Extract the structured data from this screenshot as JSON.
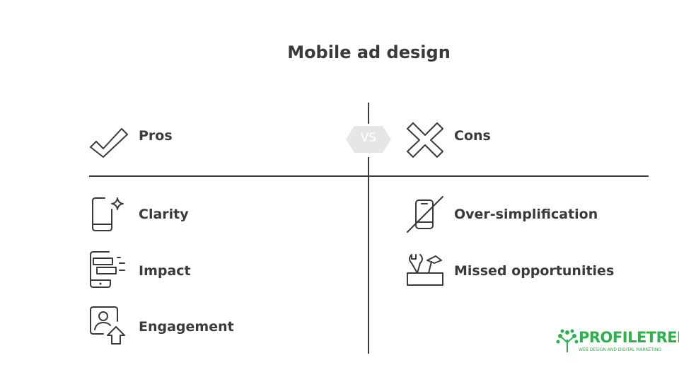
{
  "title": "Mobile ad design",
  "vs_label": "VS",
  "pros": {
    "heading": "Pros",
    "icon": "checkmark-icon",
    "items": [
      {
        "label": "Clarity",
        "icon": "phone-sparkle-icon"
      },
      {
        "label": "Impact",
        "icon": "phone-bars-icon"
      },
      {
        "label": "Engagement",
        "icon": "user-upload-icon"
      }
    ]
  },
  "cons": {
    "heading": "Cons",
    "icon": "x-icon",
    "items": [
      {
        "label": "Over-simplification",
        "icon": "phone-crossed-icon"
      },
      {
        "label": "Missed opportunities",
        "icon": "toolbox-icon"
      }
    ]
  },
  "logo": {
    "name": "PROFILETREE",
    "tagline": "WEB DESIGN AND DIGITAL MARKETING",
    "color": "#2bb24c"
  }
}
